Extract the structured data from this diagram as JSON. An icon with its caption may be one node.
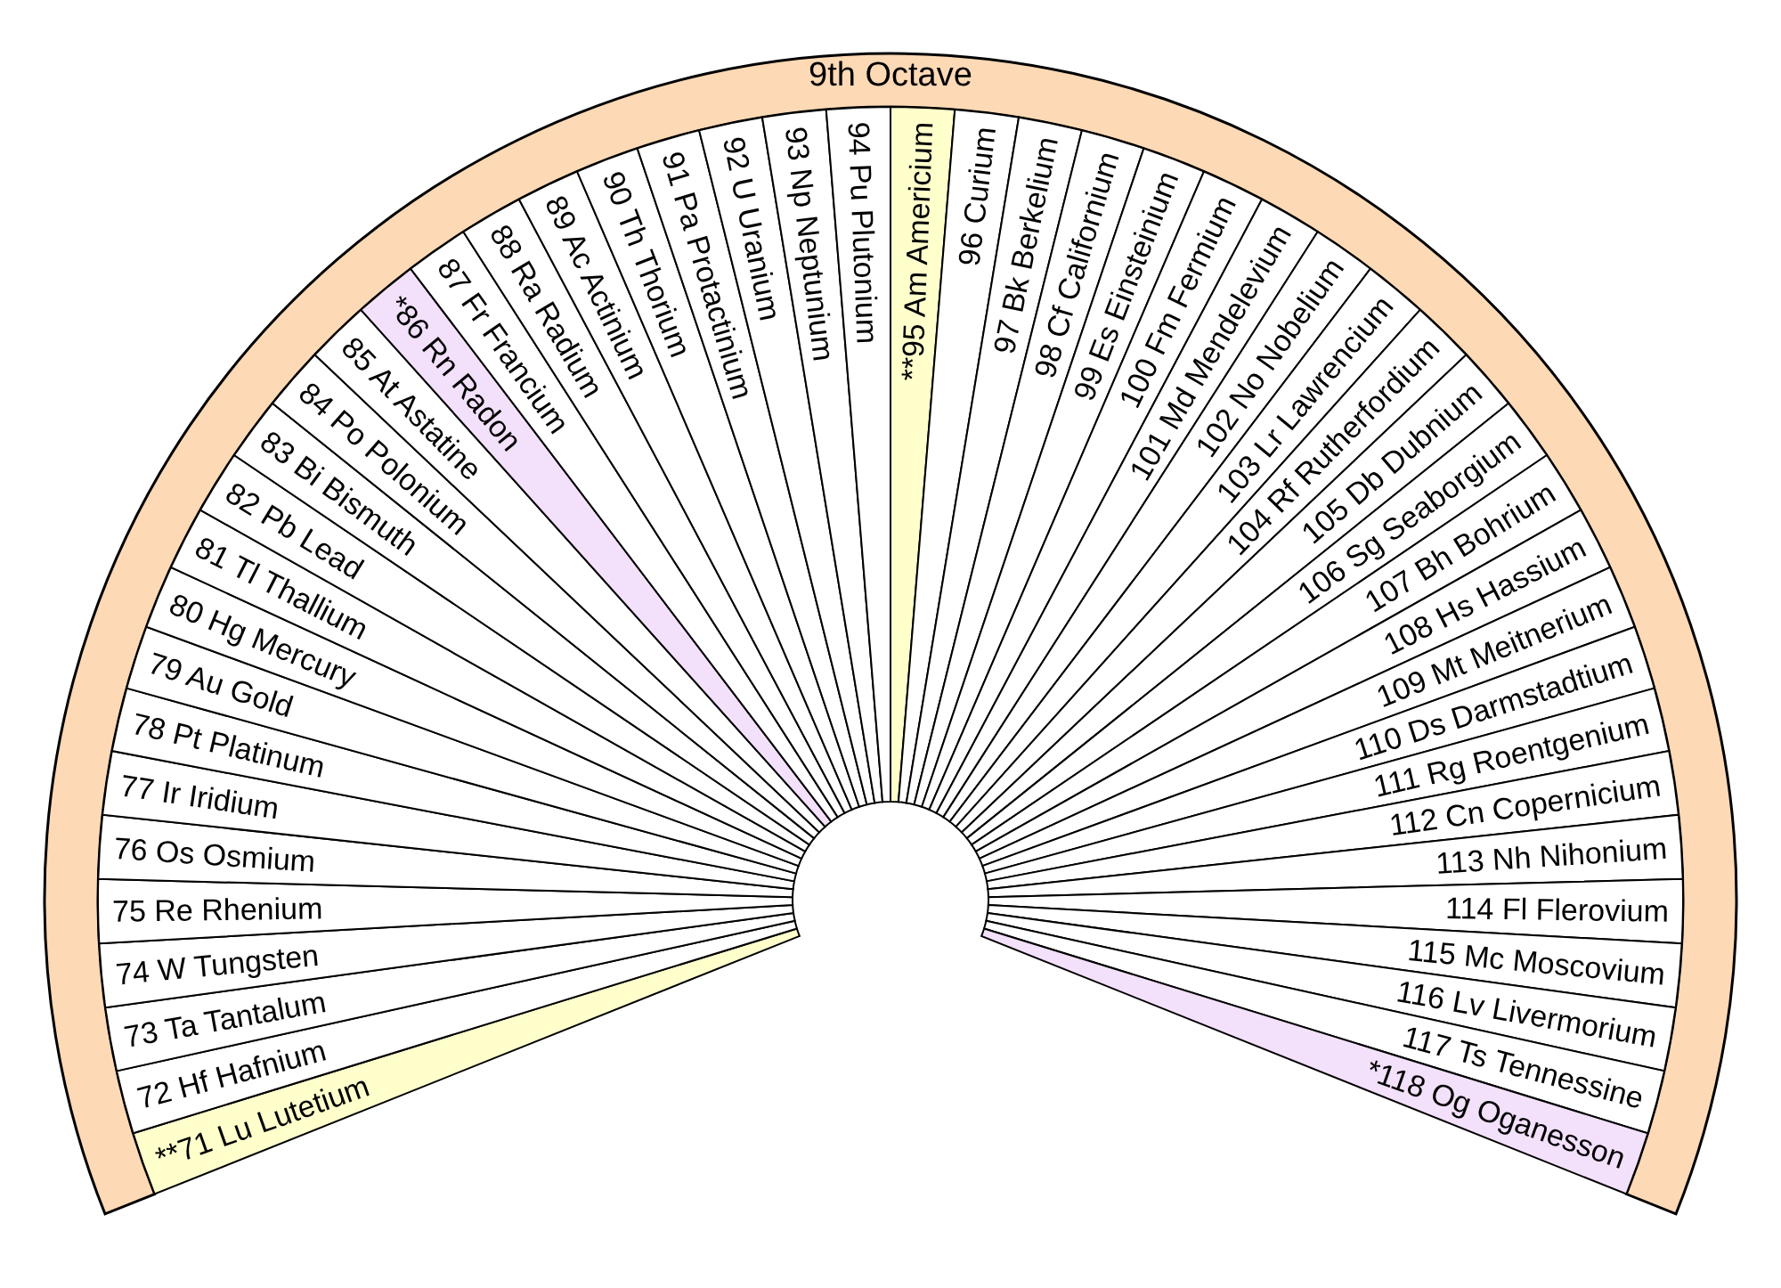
{
  "diagram": {
    "nodes": [
      {
        "text": [
          "9th Octave"
        ]
      },
      {
        "text": [
          "**71 Lu Lutetium"
        ]
      },
      {
        "text": [
          "72 Hf Hafnium"
        ]
      },
      {
        "text": [
          "73 Ta Tantalum"
        ]
      },
      {
        "text": [
          "74 W Tungsten"
        ]
      },
      {
        "text": [
          "75 Re Rhenium"
        ]
      },
      {
        "text": [
          "76 Os Osmium"
        ]
      },
      {
        "text": [
          "77 Ir Iridium"
        ]
      },
      {
        "text": [
          "78 Pt Platinum"
        ]
      },
      {
        "text": [
          "79 Au Gold"
        ]
      },
      {
        "text": [
          "80 Hg Mercury"
        ]
      },
      {
        "text": [
          "81 Tl Thallium"
        ]
      },
      {
        "text": [
          "82 Pb Lead"
        ]
      },
      {
        "text": [
          "83 Bi Bismuth"
        ]
      },
      {
        "text": [
          "84 Po Polonium"
        ]
      },
      {
        "text": [
          "85 At Astatine"
        ]
      },
      {
        "text": [
          "*86 Rn Radon"
        ]
      },
      {
        "text": [
          "87 Fr Francium"
        ]
      },
      {
        "text": [
          "88 Ra Radium"
        ]
      },
      {
        "text": [
          "89 Ac Actinium"
        ]
      },
      {
        "text": [
          "90 Th Thorium"
        ]
      },
      {
        "text": [
          "91 Pa Protactinium"
        ]
      },
      {
        "text": [
          "92 U Uranium"
        ]
      },
      {
        "text": [
          "93 Np Neptunium"
        ]
      },
      {
        "text": [
          "94 Pu Plutonium"
        ]
      },
      {
        "text": [
          "**95 Am Americium"
        ]
      },
      {
        "text": [
          "96 Curium"
        ]
      },
      {
        "text": [
          "97 Bk Berkelium"
        ]
      },
      {
        "text": [
          "98 Cf Californium"
        ]
      },
      {
        "text": [
          "99 Es Einsteinium"
        ]
      },
      {
        "text": [
          "100 Fm Fermium"
        ]
      },
      {
        "text": [
          "101 Md Mendelevium"
        ]
      },
      {
        "text": [
          "102 No Nobelium"
        ]
      },
      {
        "text": [
          "103 Lr Lawrencium"
        ]
      },
      {
        "text": [
          "104 Rf Rutherfordium"
        ]
      },
      {
        "text": [
          "105 Db Dubnium"
        ]
      },
      {
        "text": [
          "106 Sg Seaborgium"
        ]
      },
      {
        "text": [
          "107 Bh Bohrium"
        ]
      },
      {
        "text": [
          "108 Hs Hassium"
        ]
      },
      {
        "text": [
          "109 Mt Meitnerium"
        ]
      },
      {
        "text": [
          "110 Ds Darmstadtium"
        ]
      },
      {
        "text": [
          "111 Rg Roentgenium"
        ]
      },
      {
        "text": [
          "112 Cn Copernicium"
        ]
      },
      {
        "text": [
          "113 Nh Nihonium"
        ]
      },
      {
        "text": [
          "114 Fl Flerovium"
        ]
      },
      {
        "text": [
          "115 Mc Moscovium"
        ]
      },
      {
        "text": [
          "116 Lv Livermorium"
        ]
      },
      {
        "text": [
          "117 Ts Tennessine"
        ]
      },
      {
        "text": [
          "*118 Og Oganesson"
        ]
      }
    ]
  }
}
